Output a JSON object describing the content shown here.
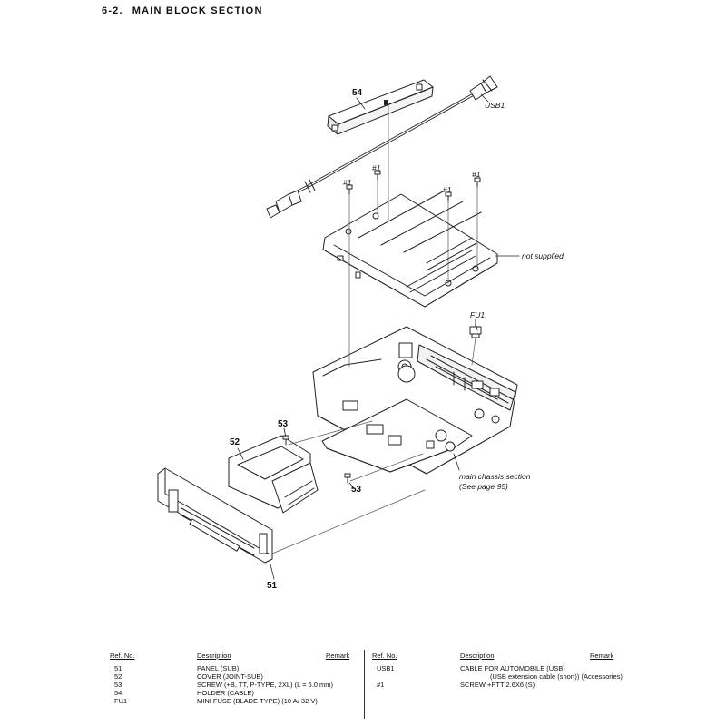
{
  "page_title": {
    "number": "6-2.",
    "text": "MAIN BLOCK SECTION"
  },
  "callouts": {
    "c54": "54",
    "usb1": "USB1",
    "screw_a": "#1",
    "screw_b": "#1",
    "screw_c": "#1",
    "screw_d": "#1",
    "not_supplied": "not supplied",
    "fu1": "FU1",
    "c53_top": "53",
    "c52": "52",
    "c53_bottom": "53",
    "main_chassis": "main chassis section",
    "see_page": "(See page 95)",
    "c51": "51"
  },
  "parts_table": {
    "headers": {
      "ref_no": "Ref. No.",
      "description": "Description",
      "remark": "Remark"
    },
    "left": [
      {
        "ref": "51",
        "desc": "PANEL (SUB)"
      },
      {
        "ref": "52",
        "desc": "COVER (JOINT-SUB)"
      },
      {
        "ref": "53",
        "desc": "SCREW (+B, TT, P-TYPE, 2XL) (L = 6.0 mm)"
      },
      {
        "ref": "54",
        "desc": "HOLDER (CABLE)"
      },
      {
        "ref": "FU1",
        "desc": "MINI FUSE (BLADE TYPE) (10 A/ 32 V)"
      }
    ],
    "right": [
      {
        "ref": "USB1",
        "desc": "CABLE FOR AUTOMOBILE (USB)"
      },
      {
        "ref": "",
        "desc": "(USB extension cable (short)) (Accessories)"
      },
      {
        "ref": "#1",
        "desc": "SCREW +PTT 2.6X6 (S)"
      }
    ]
  }
}
